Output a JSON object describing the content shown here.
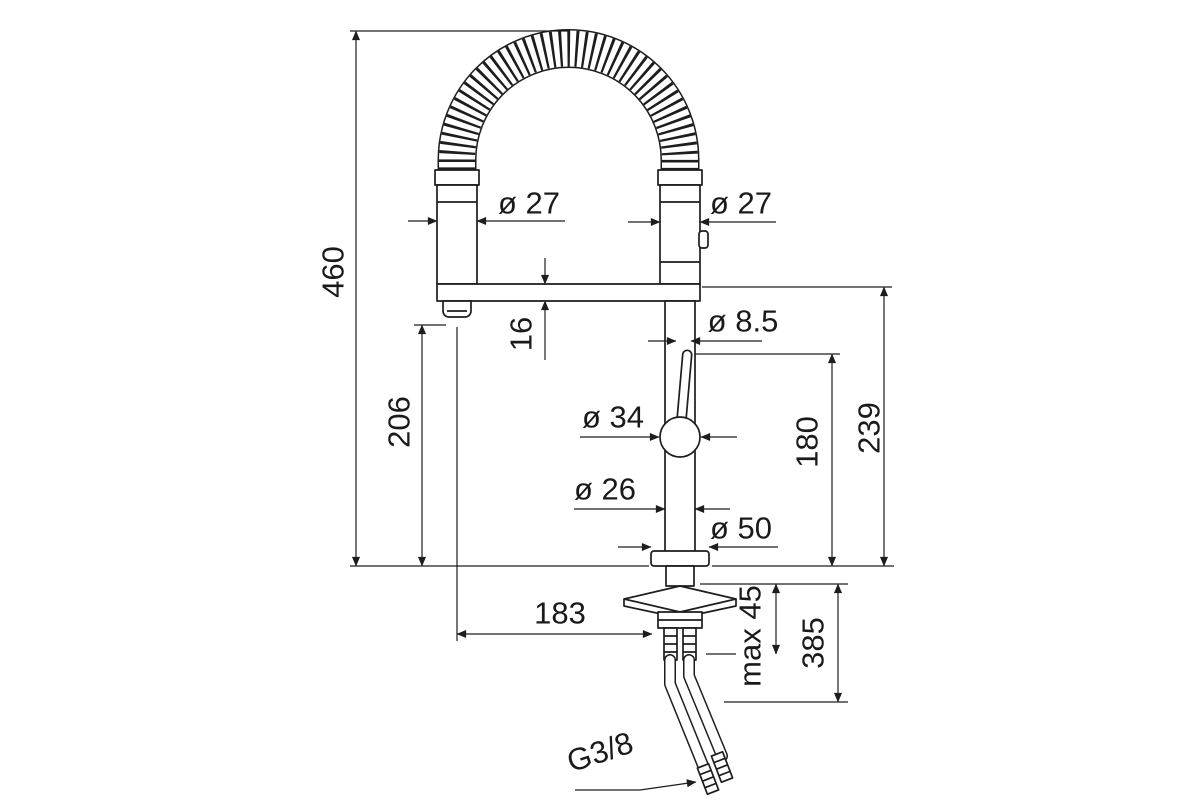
{
  "diagram": {
    "colors": {
      "line": "#1d1d1d",
      "background": "#ffffff"
    },
    "labels": {
      "total_height": "460",
      "spout_height": "206",
      "crossbar_thickness": "16",
      "spray_hose_diameter": "ø 27",
      "riser_diameter": "ø 27",
      "lever_pin_diameter": "ø 8.5",
      "ball_joint_diameter": "ø 34",
      "body_diameter": "ø 26",
      "base_diameter": "ø 50",
      "lever_height": "180",
      "spout_connection_height": "239",
      "spout_reach": "183",
      "max_counter_thickness": "max 45",
      "below_counter_length": "385",
      "supply_thread": "G3/8"
    }
  }
}
